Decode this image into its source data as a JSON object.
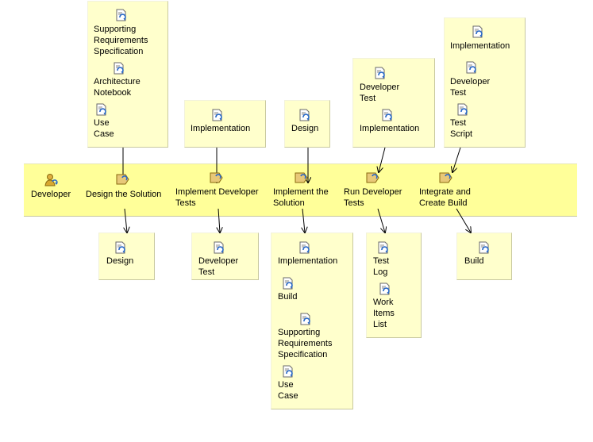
{
  "developer": {
    "label": "Developer"
  },
  "tasks": [
    {
      "label": "Design the Solution"
    },
    {
      "label": "Implement Developer\nTests"
    },
    {
      "label": "Implement the\nSolution"
    },
    {
      "label": "Run Developer\nTests"
    },
    {
      "label": "Integrate and\nCreate Build"
    }
  ],
  "inputs": [
    [
      "Supporting\nRequirements\nSpecification",
      "Architecture\nNotebook",
      "Use\nCase"
    ],
    [
      "Implementation"
    ],
    [
      "Design"
    ],
    [
      "Developer\nTest",
      "Implementation"
    ],
    [
      "Implementation",
      "Developer\nTest",
      "Test\nScript"
    ]
  ],
  "outputs": [
    [
      "Design"
    ],
    [
      "Developer\nTest"
    ],
    [
      "Implementation",
      "Build",
      "Supporting\nRequirements\nSpecification",
      "Use\nCase"
    ],
    [
      "Test\nLog",
      "Work\nItems\nList"
    ],
    [
      "Build"
    ]
  ],
  "colors": {
    "lane": "#ffff99",
    "box": "#ffffcc",
    "artifact_icon_page": "#ffffff",
    "artifact_icon_blue": "#2a6ac8",
    "task_icon": "#e8c878",
    "role_icon": "#d8a830"
  },
  "icons": {
    "artifact": "document-refresh-icon",
    "task": "task-icon",
    "role": "developer-role-icon"
  }
}
